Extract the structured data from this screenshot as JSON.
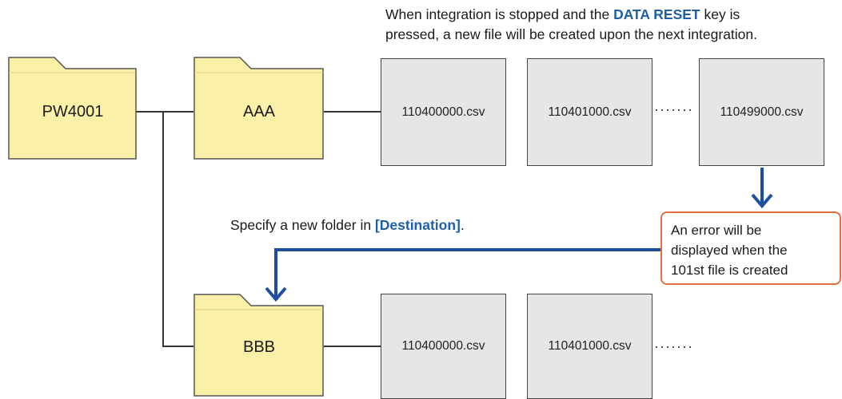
{
  "note_top": {
    "line1_before": "When integration is stopped and the ",
    "line1_keyword": "DATA RESET",
    "line1_after": " key is",
    "line2": "pressed, a new file will be created upon the next integration."
  },
  "note_middle": {
    "before": "Specify a new folder in ",
    "keyword": "[Destination]",
    "after": "."
  },
  "error_note": {
    "line1": "An error will be",
    "line2": "displayed when the",
    "line3": "101st file is created"
  },
  "folders": {
    "root": "PW4001",
    "first": "AAA",
    "second": "BBB"
  },
  "files_aaa": [
    "110400000.csv",
    "110401000.csv",
    "110499000.csv"
  ],
  "files_bbb": [
    "110400000.csv",
    "110401000.csv"
  ],
  "ellipsis": "·······",
  "colors": {
    "folder_fill": "#fbf0a8",
    "folder_stroke": "#555555",
    "file_fill": "#e6e6e6",
    "keyword_blue": "#1f5fa8",
    "arrow_blue": "#1c4fa0",
    "error_border": "#e1703a"
  }
}
